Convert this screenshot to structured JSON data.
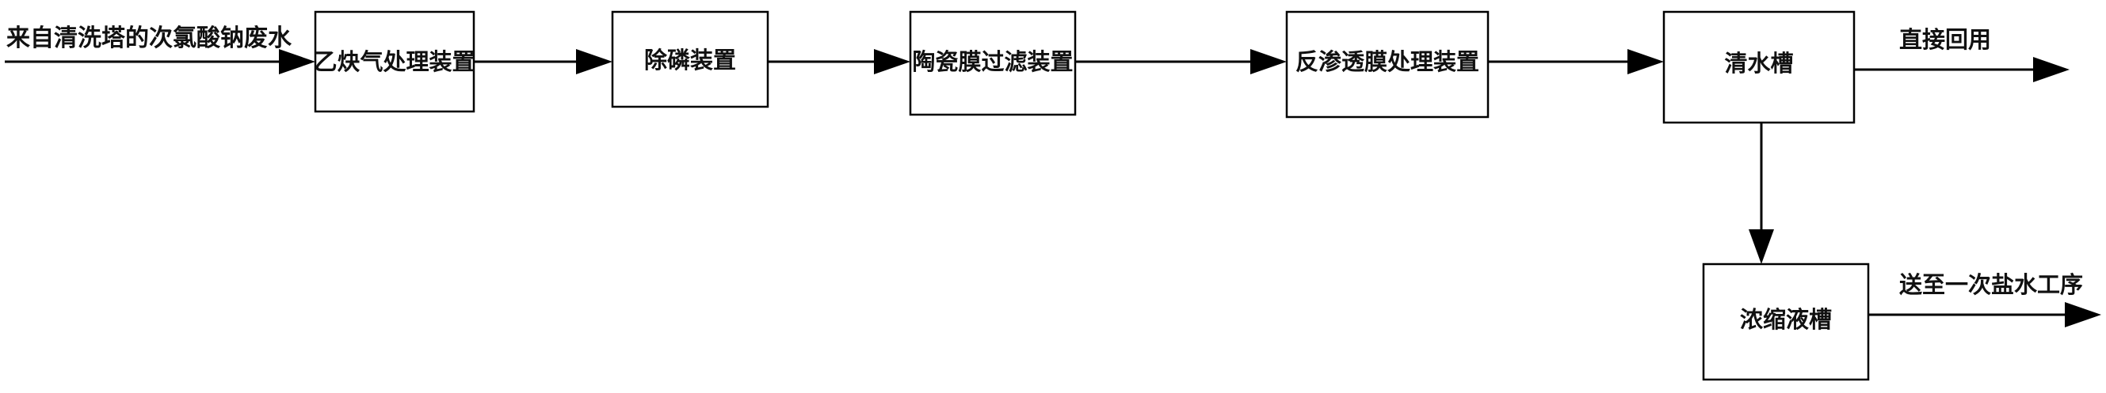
{
  "source": {
    "label": "来自清洗塔的次氯酸钠废水"
  },
  "nodes": [
    {
      "id": "acetylene",
      "label": "乙炔气处理装置"
    },
    {
      "id": "phosphorus",
      "label": "除磷装置"
    },
    {
      "id": "ceramic",
      "label": "陶瓷膜过滤装置"
    },
    {
      "id": "ro",
      "label": "反渗透膜处理装置"
    },
    {
      "id": "clean_tank",
      "label": "清水槽"
    },
    {
      "id": "concentrate_tank",
      "label": "浓缩液槽"
    }
  ],
  "outputs": [
    {
      "id": "reuse",
      "label": "直接回用"
    },
    {
      "id": "brine",
      "label": "送至一次盐水工序"
    }
  ]
}
